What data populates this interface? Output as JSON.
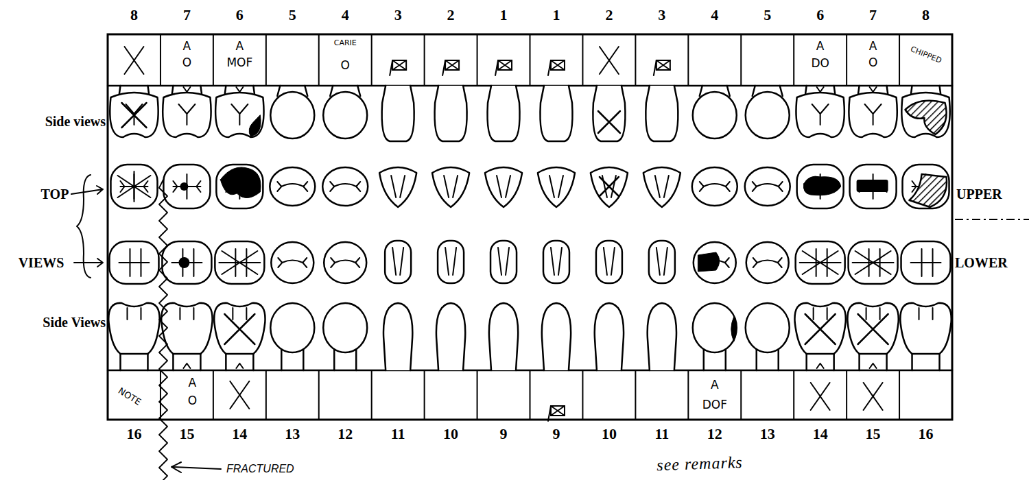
{
  "diagram": {
    "labels": [
      "8",
      "7",
      "6",
      "5",
      "4",
      "3",
      "2",
      "1",
      "1",
      "2",
      "3",
      "4",
      "5",
      "6",
      "7",
      "8",
      "A",
      "O",
      "A",
      "MOF",
      "CARIE",
      "O",
      "A",
      "DO",
      "A",
      "O",
      "CHIPPED",
      "Side views",
      "TOP",
      "VIEWS",
      "UPPER",
      "LOWER",
      "Side Views",
      "NOTE",
      "A",
      "O",
      "A",
      "DOF",
      "16",
      "15",
      "14",
      "13",
      "12",
      "11",
      "10",
      "9",
      "9",
      "10",
      "11",
      "12",
      "13",
      "14",
      "15",
      "16",
      "FRACTURED",
      "see remarks"
    ]
  }
}
